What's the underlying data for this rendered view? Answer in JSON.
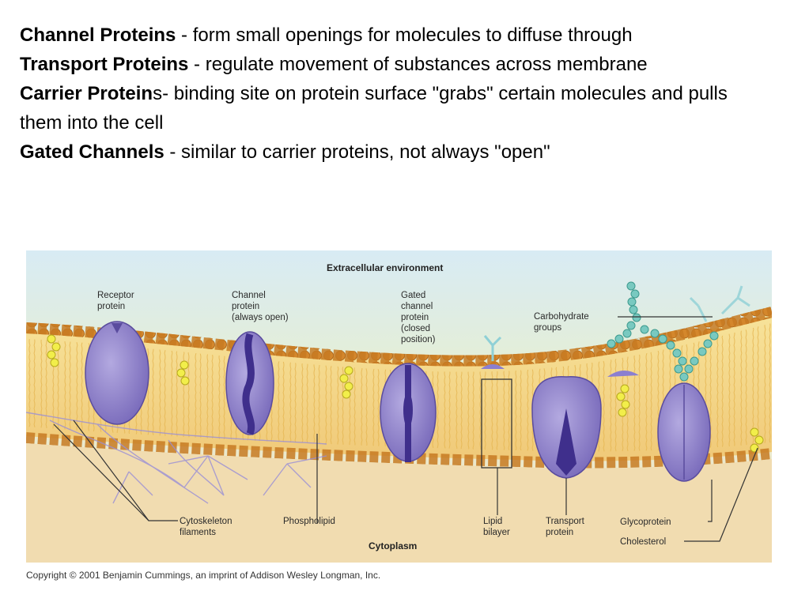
{
  "definitions": [
    {
      "term": "Channel Proteins",
      "desc": " - form small openings for molecules to diffuse through"
    },
    {
      "term": "Transport Proteins",
      "desc": " - regulate movement of substances across membrane"
    },
    {
      "term": "Carrier Protein",
      "desc": "s- binding site on protein surface \"grabs\" certain molecules and pulls them into the cell"
    },
    {
      "term": "Gated Channels",
      "desc": " - similar to carrier proteins, not always \"open\""
    }
  ],
  "diagram": {
    "top_label": "Extracellular environment",
    "bottom_label": "Cytoplasm",
    "labels": {
      "receptor": [
        "Receptor",
        "protein"
      ],
      "channel": [
        "Channel",
        "protein",
        "(always open)"
      ],
      "gated": [
        "Gated",
        "channel",
        "protein",
        "(closed",
        "position)"
      ],
      "carbohydrate": [
        "Carbohydrate",
        "groups"
      ],
      "cytoskeleton": [
        "Cytoskeleton",
        "filaments"
      ],
      "phospholipid": [
        "Phospholipid"
      ],
      "lipid_bilayer": [
        "Lipid",
        "bilayer"
      ],
      "transport": [
        "Transport",
        "protein"
      ],
      "glycoprotein": [
        "Glycoprotein"
      ],
      "cholesterol": [
        "Cholesterol"
      ]
    }
  },
  "copyright": "Copyright © 2001 Benjamin Cummings, an imprint of Addison Wesley Longman, Inc."
}
